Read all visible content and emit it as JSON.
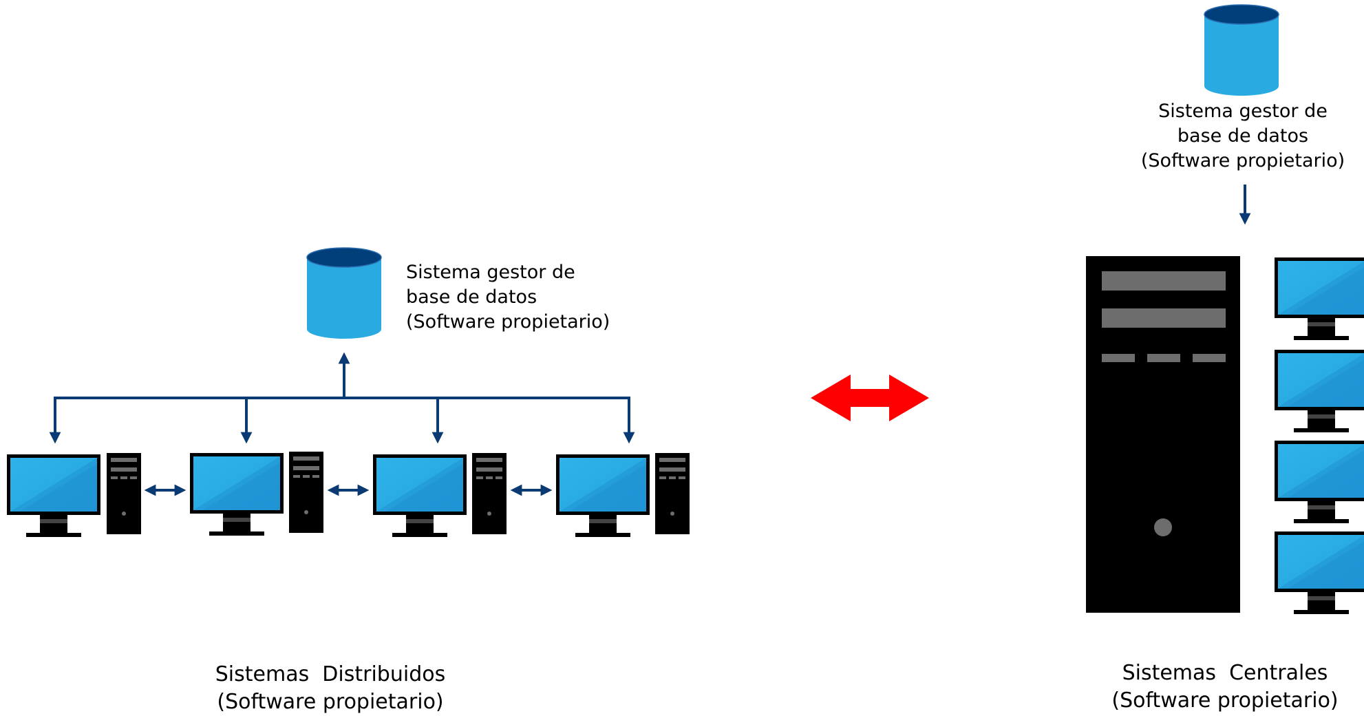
{
  "distributed": {
    "db_label_lines": [
      "Sistema gestor de",
      "base de datos",
      "(Software propietario)"
    ],
    "caption_lines": [
      "Sistemas  Distribuidos",
      "(Software propietario)"
    ],
    "workstation_count": 4
  },
  "central": {
    "db_label_lines": [
      "Sistema gestor de",
      "base de datos",
      "(Software propietario)"
    ],
    "caption_lines": [
      "Sistemas  Centrales",
      "(Software propietario)"
    ],
    "monitor_count": 4
  },
  "colors": {
    "db_top": "#003f7a",
    "db_body": "#29abe2",
    "connector": "#0a3a73",
    "comparison_arrow": "#ff0000",
    "monitor_screen": "#29abe2",
    "device_body": "#000000",
    "tower_slot": "#6d6d6d"
  }
}
